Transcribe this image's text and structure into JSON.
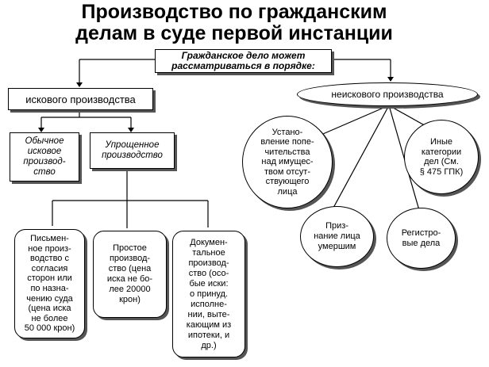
{
  "title": {
    "line1": "Производство по гражданским",
    "line2": "делам в суде первой инстанции"
  },
  "root": {
    "line1": "Гражданское дело может",
    "line2": "рассматриваться в порядке:"
  },
  "claim": {
    "label": "искового производства",
    "children": {
      "ordinary": [
        "Обычное",
        "исковое",
        "производ-",
        "ство"
      ],
      "simplified": [
        "Упрощенное",
        "производство"
      ]
    },
    "simplified_types": {
      "written": [
        "Письмен-",
        "ное произ-",
        "водство с",
        "согласия",
        "сторон или",
        "по назна-",
        "чению суда",
        "(цена иска",
        "не более",
        "50 000 крон)"
      ],
      "simple": [
        "Простое",
        "производ-",
        "ство (цена",
        "иска не бо-",
        "лее 20000",
        "крон)"
      ],
      "documentary": [
        "Докумен-",
        "тальное",
        "производ-",
        "ство (осо-",
        "бые иски:",
        "о принуд.",
        "исполне-",
        "нии, выте-",
        "кающим из",
        "ипотеки, и",
        "др.)"
      ]
    }
  },
  "nonclaim": {
    "label": "неискового производства",
    "children": {
      "guardianship": [
        "Устано-",
        "вление попе-",
        "чительства",
        "над имущес-",
        "твом отсут-",
        "ствующего",
        "лица"
      ],
      "other": [
        "Иные",
        "категории",
        "дел (См.",
        "§ 475 ГПК)"
      ],
      "death": [
        "Приз-",
        "нание лица",
        "умершим"
      ],
      "registry": [
        "Регистро-",
        "вые дела"
      ]
    }
  }
}
